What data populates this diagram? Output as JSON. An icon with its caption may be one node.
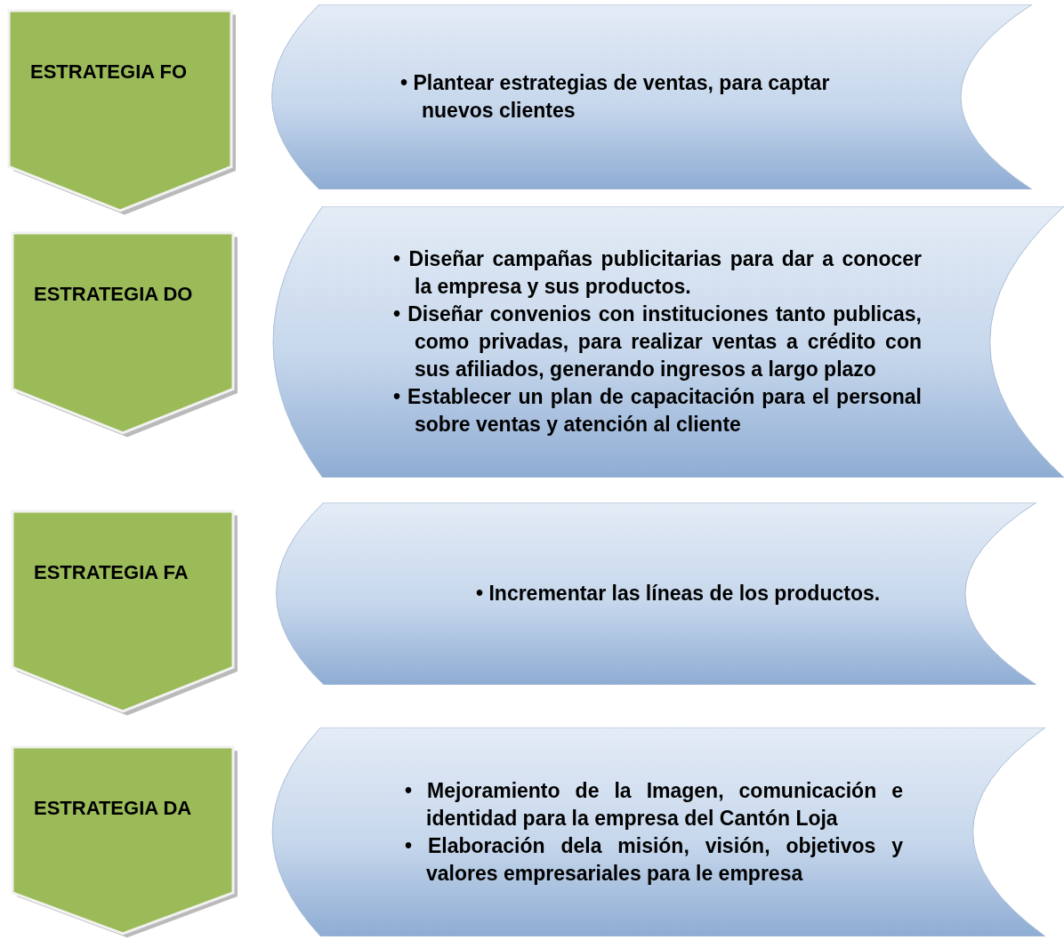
{
  "diagram": {
    "nodes": [
      {
        "text": [
          "ESTRATEGIA FO"
        ]
      },
      {
        "text": [
          "• Plantear estrategias de ventas, para captar nuevos clientes"
        ]
      },
      {
        "text": [
          "ESTRATEGIA DO"
        ]
      },
      {
        "text": [
          "• Diseñar campañas publicitarias para dar a conocer la empresa y sus productos.",
          "• Diseñar convenios con instituciones tanto publicas, como privadas, para realizar ventas a crédito con sus afiliados, generando ingresos a largo plazo",
          "• Establecer un plan de capacitación para el personal sobre ventas y atención al cliente"
        ]
      },
      {
        "text": [
          "ESTRATEGIA FA"
        ]
      },
      {
        "text": [
          "• Incrementar las líneas de los productos."
        ]
      },
      {
        "text": [
          "ESTRATEGIA DA"
        ]
      },
      {
        "text": [
          "• Mejoramiento de la Imagen, comunicación e identidad para la empresa del Cantón Loja",
          "• Elaboración dela misión, visión, objetivos y valores empresariales para le empresa"
        ]
      }
    ]
  }
}
